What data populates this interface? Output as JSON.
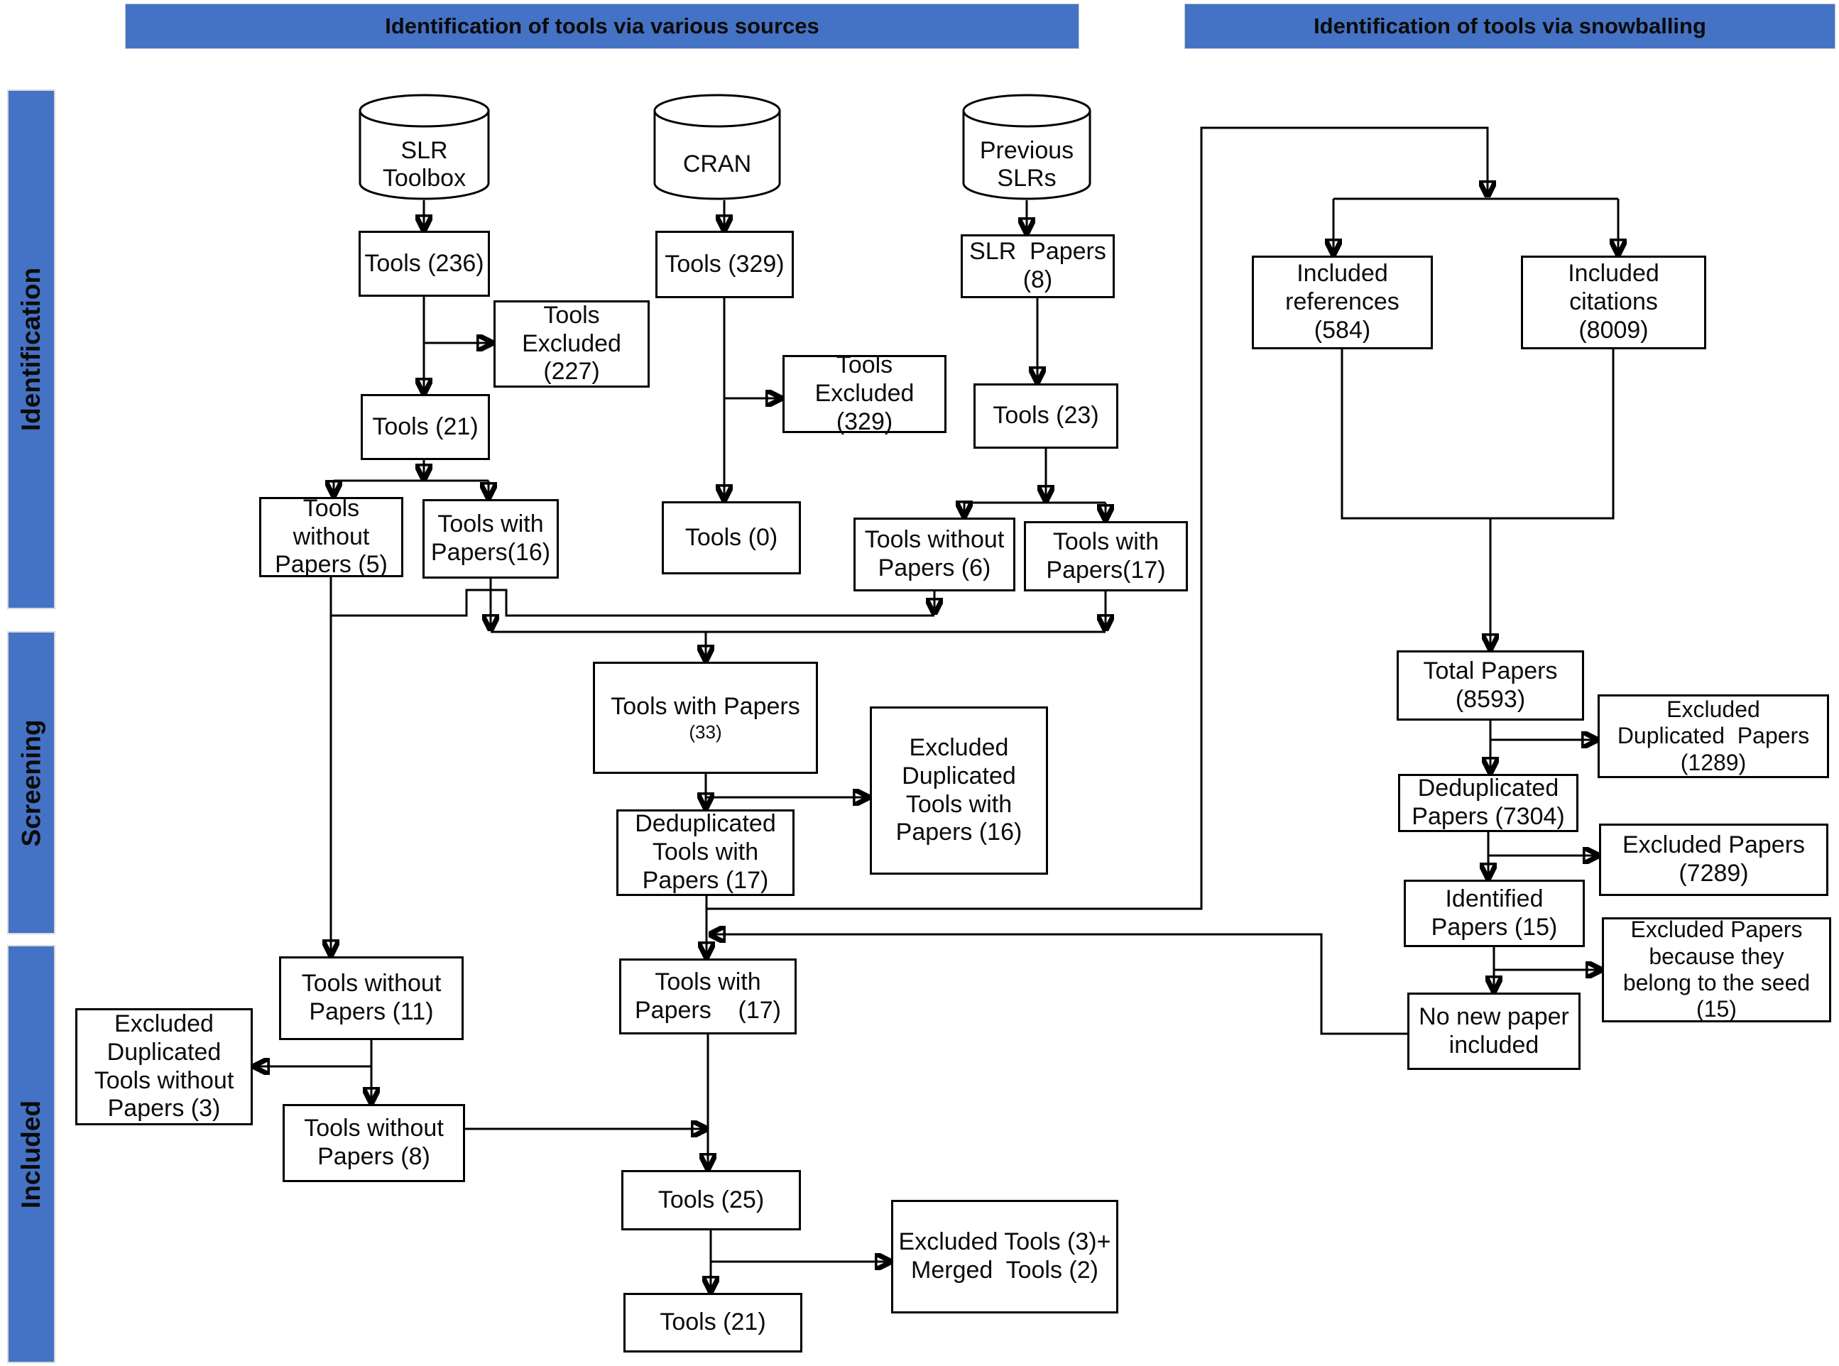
{
  "banners": {
    "sources": "Identification of tools via various sources",
    "snowballing": "Identification of tools via snowballing"
  },
  "phases": {
    "identification": "Identification",
    "screening": "Screening",
    "included": "Included"
  },
  "sources": {
    "slr_toolbox": "SLR\nToolbox",
    "cran": "CRAN",
    "previous_slrs": "Previous\nSLRs"
  },
  "nodes": {
    "tools_236": "Tools (236)",
    "tools_excluded_227": "Tools\nExcluded\n(227)",
    "tools_21": "Tools (21)",
    "tools_without_papers_5": "Tools\nwithout\nPapers (5)",
    "tools_with_papers_16": "Tools with\nPapers(16)",
    "tools_329": "Tools (329)",
    "tools_excluded_329": "Tools\nExcluded\n(329)",
    "tools_0": "Tools (0)",
    "slr_papers_8": "SLR  Papers\n(8)",
    "tools_23": "Tools (23)",
    "tools_without_papers_6": "Tools without\nPapers (6)",
    "tools_with_papers_17_src": "Tools with\nPapers(17)",
    "tools_with_papers_33_title": "Tools with Papers",
    "tools_with_papers_33_sub": "(33)",
    "excluded_duplicated_tools_with_papers_16": "Excluded\nDuplicated\nTools with\nPapers (16)",
    "deduplicated_tools_with_papers_17": "Deduplicated\nTools with\nPapers (17)",
    "included_references_584": "Included\nreferences\n(584)",
    "included_citations_8009": "Included\ncitations\n(8009)",
    "total_papers_8593": "Total Papers\n(8593)",
    "excluded_duplicated_papers_1289": "Excluded\nDuplicated  Papers\n(1289)",
    "deduplicated_papers_7304": "Deduplicated\nPapers (7304)",
    "excluded_papers_7289": "Excluded Papers\n(7289)",
    "identified_papers_15": "Identified\nPapers (15)",
    "excluded_papers_seed_15": "Excluded Papers\nbecause they\nbelong to the seed\n(15)",
    "no_new_paper_included": "No new paper\nincluded",
    "tools_without_papers_11": "Tools without\nPapers (11)",
    "excluded_duplicated_tools_without_papers_3": "Excluded\nDuplicated\nTools without\nPapers (3)",
    "tools_without_papers_8": "Tools without\nPapers (8)",
    "tools_with_papers_17_incl": "Tools with\nPapers    (17)",
    "tools_25": "Tools (25)",
    "excluded_merged_tools": "Excluded Tools (3)+\nMerged  Tools (2)",
    "tools_21_final": "Tools (21)"
  },
  "colors": {
    "banner_blue": "#4472C4",
    "line_black": "#000000",
    "box_background": "#ffffff"
  }
}
